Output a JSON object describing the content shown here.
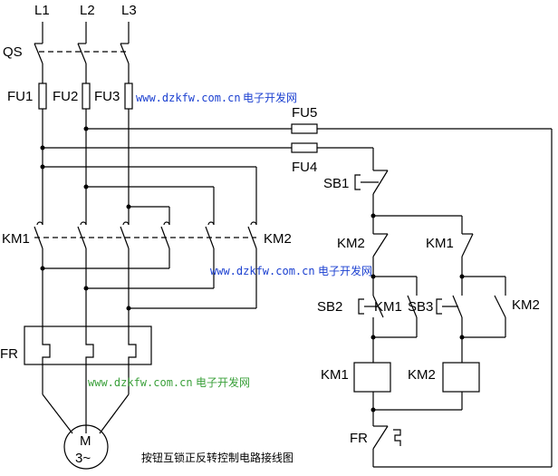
{
  "phases": [
    "L1",
    "L2",
    "L3"
  ],
  "labels": {
    "qs": "QS",
    "fu1": "FU1",
    "fu2": "FU2",
    "fu3": "FU3",
    "fu4": "FU4",
    "fu5": "FU5",
    "sb1": "SB1",
    "sb2": "SB2",
    "sb3": "SB3",
    "km1_main": "KM1",
    "km2_main": "KM2",
    "km2_interlock": "KM2",
    "km1_interlock": "KM1",
    "km1_hold": "KM1",
    "km2_hold": "KM2",
    "km1_coil": "KM1",
    "km2_coil": "KM2",
    "fr_main": "FR",
    "fr_ctrl": "FR",
    "motor_m": "M",
    "motor_phase": "3~"
  },
  "watermarks": [
    {
      "url": "www.dzkfw.com.cn",
      "site": "电子开发网"
    },
    {
      "url": "www.dzkfw.com.cn",
      "site": "电子开发网"
    },
    {
      "url": "www.dzkfw.com.cn",
      "site": "电子开发网"
    }
  ],
  "caption": "按钮互锁正反转控制电路接线图"
}
